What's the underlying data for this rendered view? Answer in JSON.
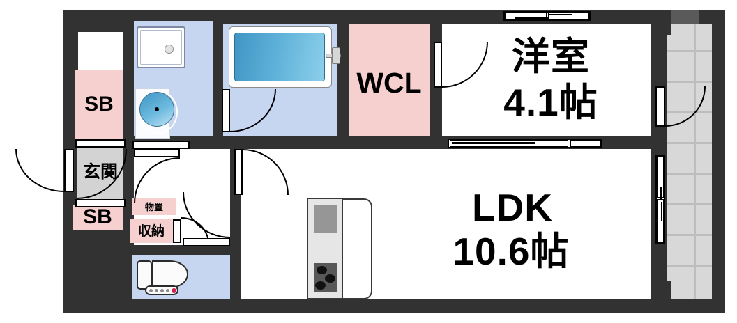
{
  "plan": {
    "title": "apartment-floor-plan",
    "unit_area_notation": "帖",
    "colors": {
      "wall": "#323232",
      "wall_light": "#5a5a5a",
      "storage_pink": "#f6cfcf",
      "wet_area_blue": "#c6d6f0",
      "entrance_gray": "#d3d3d3",
      "balcony_gray": "#d8d8d8",
      "tub_blue_dark": "#3f96c4",
      "tub_blue_light": "#8ccfeb",
      "toilet_button_red": "#d61e50"
    }
  },
  "rooms": [
    {
      "id": "yoshitsu",
      "name_line1": "洋室",
      "name_line2": "4.1帖",
      "area": 4.1,
      "type": "western-room"
    },
    {
      "id": "ldk",
      "name_line1": "LDK",
      "name_line2": "10.6帖",
      "area": 10.6,
      "type": "living-dining-kitchen"
    },
    {
      "id": "wcl",
      "name_line1": "WCL",
      "name_line2": "",
      "area": null,
      "type": "walk-in-closet"
    },
    {
      "id": "genkan",
      "name_line1": "玄関",
      "name_line2": "",
      "area": null,
      "type": "entrance"
    },
    {
      "id": "shuno",
      "name_line1": "収納",
      "name_line2": "",
      "area": null,
      "type": "closet"
    },
    {
      "id": "monooki",
      "name_line1": "物置",
      "name_line2": "",
      "area": null,
      "type": "storeroom"
    },
    {
      "id": "sb-upper",
      "name_line1": "SB",
      "name_line2": "",
      "area": null,
      "type": "shoe-box"
    },
    {
      "id": "sb-lower",
      "name_line1": "SB",
      "name_line2": "",
      "area": null,
      "type": "shoe-box"
    }
  ],
  "labels": {
    "yoshitsu_name": "洋室",
    "yoshitsu_area": "4.1帖",
    "ldk_name": "LDK",
    "ldk_area": "10.6帖",
    "wcl": "WCL",
    "genkan": "玄関",
    "shuno": "収納",
    "monooki": "物置",
    "sb_upper": "SB",
    "sb_lower": "SB"
  },
  "fixtures": [
    {
      "id": "bathtub",
      "label": "bathtub"
    },
    {
      "id": "washing-pan",
      "label": "washing-machine-pan"
    },
    {
      "id": "wash-basin",
      "label": "wash-basin"
    },
    {
      "id": "toilet",
      "label": "toilet"
    },
    {
      "id": "kitchen-sink",
      "label": "kitchen-sink"
    },
    {
      "id": "kitchen-stove",
      "label": "kitchen-stove-3-burner"
    },
    {
      "id": "balcony",
      "label": "balcony"
    }
  ],
  "openings": [
    {
      "id": "entrance-door",
      "kind": "hinged-door"
    },
    {
      "id": "genkan-inner-door",
      "kind": "hinged-door"
    },
    {
      "id": "bath-door",
      "kind": "hinged-door"
    },
    {
      "id": "wcl-door",
      "kind": "hinged-door"
    },
    {
      "id": "washroom-door",
      "kind": "hinged-door"
    },
    {
      "id": "toilet-door",
      "kind": "hinged-door"
    },
    {
      "id": "closet-door",
      "kind": "hinged-door"
    },
    {
      "id": "hall-door",
      "kind": "hinged-door"
    },
    {
      "id": "balcony-door-bedroom",
      "kind": "hinged-door"
    },
    {
      "id": "bedroom-window",
      "kind": "sliding-window"
    },
    {
      "id": "bedroom-ldk-partition",
      "kind": "sliding-door"
    },
    {
      "id": "ldk-balcony-window",
      "kind": "sliding-window"
    }
  ]
}
